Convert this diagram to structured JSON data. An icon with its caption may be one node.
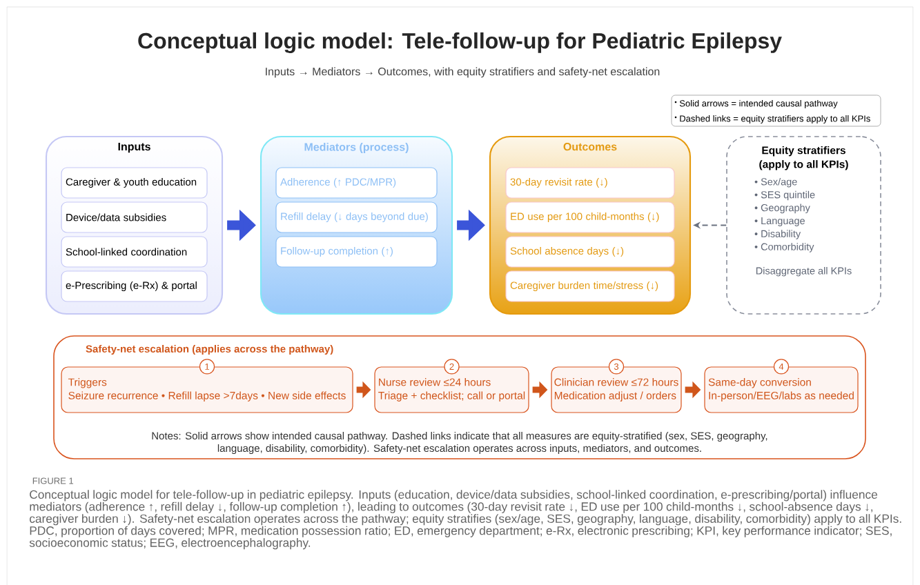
{
  "diagram": {
    "title": "Conceptual logic model: Tele-follow-up for Pediatric Epilepsy",
    "caption": "Conceptual logic model for tele-follow-up in pediatric epilepsy. Inputs (education, device/data subsidies, school-linked coordination, e-prescribing/portal) influence mediators (adherence ↑, refill delay ↓, follow-up completion ↑), leading to outcomes (30-day revisit rate ↓, ED use per 100 child-months ↓, school-absence days ↓, caregiver burden ↓). Safety-net escalation operates across the pathway; equity stratifies (sex/age, SES, geography, language, disability, comorbidity) apply to all KPIs. PDC, proportion of days covered; MPR, medication possession ratio; ED, emergency department; e-Rx, electronic prescribing; KPI, key performance indicator; SES, socioeconomic status; EEG, electroencephalography.",
    "nodes": [
      {
        "text": [
          "Inputs"
        ]
      },
      {
        "text": [
          "Caregiver & youth education"
        ],
        "in": 0
      },
      {
        "text": [
          "Device/data subsidies"
        ],
        "in": 0
      },
      {
        "text": [
          "School-linked coordination"
        ],
        "in": 0
      },
      {
        "text": [
          "e-Prescribing (e-Rx) & portal"
        ],
        "in": 0
      },
      {
        "text": [
          "Mediators (process)"
        ]
      },
      {
        "text": [
          "Adherence (↑ PDC/MPR)"
        ],
        "in": 5
      },
      {
        "text": [
          "Refill delay (↓ days beyond due)"
        ],
        "in": 5
      },
      {
        "text": [
          "Follow-up completion (↑)"
        ],
        "in": 5
      },
      {
        "text": [
          "Outcomes"
        ]
      },
      {
        "text": [
          "30-day revisit rate (↓)"
        ],
        "in": 9
      },
      {
        "text": [
          "ED use per 100 child-months  (↓)"
        ],
        "in": 9
      },
      {
        "text": [
          "School absence days (↓)"
        ],
        "in": 9
      },
      {
        "text": [
          "Caregiver burden time/stress (↓)"
        ],
        "in": 9
      },
      {
        "text": [
          "Equity stratifiers (apply to all KPIs)",
          "• Sex/age",
          "• SES quintile",
          "• Geography",
          "• Language",
          "• Disability",
          "• Comorbidity",
          "Disaggregate all KPIs"
        ]
      },
      {
        "text": [
          "Safety-net escalation (applies across the pathway)",
          "Notes: Solid arrows show intended causal pathway. Dashed links indicate that all measures are equity-stratified (sex, SES, geography, language, disability, comorbidity). Safety-net escalation operates across inputs, mediators, and outcomes."
        ]
      },
      {
        "text": [
          "Triggers",
          "Seizure recurrence • Refill lapse >7days • New side effects"
        ],
        "in": 15,
        "beside": [
          "1"
        ]
      },
      {
        "text": [
          "Nurse review ≤24 hours",
          "Triage + checklist; call or portal"
        ],
        "in": 15,
        "beside": [
          "2"
        ]
      },
      {
        "text": [
          "Clinician review ≤72 hours",
          "Medication adjust / orders"
        ],
        "in": 15,
        "beside": [
          "3"
        ]
      },
      {
        "text": [
          "Same-day conversion",
          "In-person/EEG/labs as needed"
        ],
        "in": 15,
        "beside": [
          "4"
        ]
      }
    ],
    "edges": [
      {
        "from": 0,
        "to": 5,
        "arrow": "to",
        "color": "#3b55d9"
      },
      {
        "from": 5,
        "to": 9,
        "arrow": "to",
        "color": "#3b55d9"
      },
      {
        "from": 14,
        "to": 9,
        "arrow": "to",
        "style": "dashed",
        "color": "#6b7280"
      },
      {
        "from": 16,
        "to": 17,
        "arrow": "to"
      },
      {
        "from": 17,
        "to": 18,
        "arrow": "to"
      },
      {
        "from": 18,
        "to": 19,
        "arrow": "to"
      }
    ],
    "labels": [
      "Inputs → Mediators → Outcomes, with equity stratifiers and safety-net escalation",
      "FIGURE 1"
    ],
    "legend": [
      {
        "text": "Solid arrows = intended causal pathway"
      },
      {
        "text": "Dashed links = equity stratifiers apply to all KPIs"
      }
    ]
  }
}
